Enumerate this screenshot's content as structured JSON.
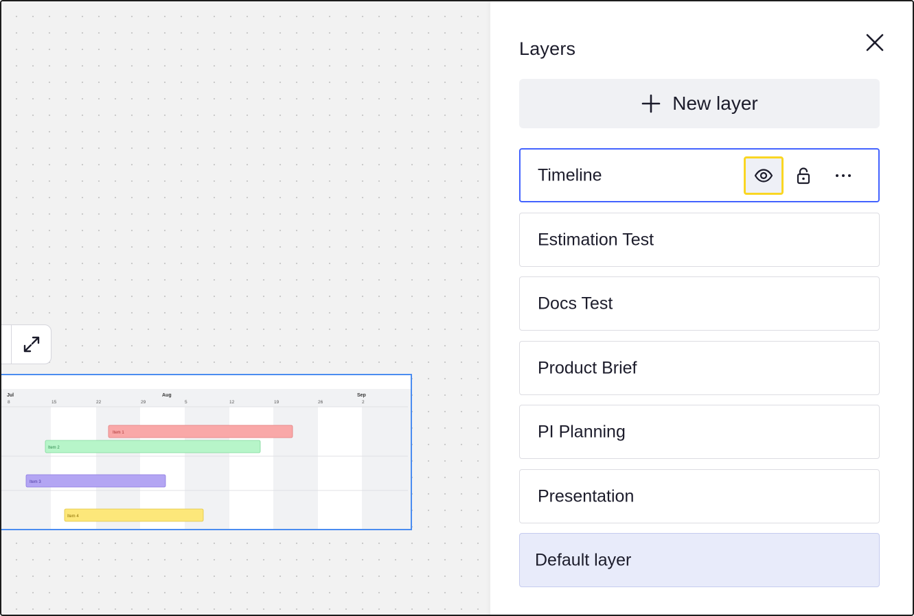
{
  "panel": {
    "title": "Layers",
    "close_icon": "close-icon",
    "new_layer_label": "New layer"
  },
  "layers": [
    {
      "name": "Timeline",
      "selected": true
    },
    {
      "name": "Estimation Test"
    },
    {
      "name": "Docs Test"
    },
    {
      "name": "Product Brief"
    },
    {
      "name": "PI Planning"
    },
    {
      "name": "Presentation"
    },
    {
      "name": "Default layer",
      "active": true
    }
  ],
  "timeline_widget": {
    "months": [
      "Jul",
      "Aug",
      "Sep"
    ],
    "ticks": [
      "8",
      "15",
      "22",
      "29",
      "5",
      "12",
      "19",
      "26",
      "2"
    ],
    "items": [
      {
        "label": "Item 1",
        "color": "#f9a8a8"
      },
      {
        "label": "Item 2",
        "color": "#b7f5c9"
      },
      {
        "label": "Item 3",
        "color": "#b3a5f3"
      },
      {
        "label": "Item 4",
        "color": "#fde77a"
      }
    ]
  },
  "colors": {
    "accent": "#4262ff",
    "focus": "#fad623",
    "frame_border": "#4a8cf0"
  }
}
